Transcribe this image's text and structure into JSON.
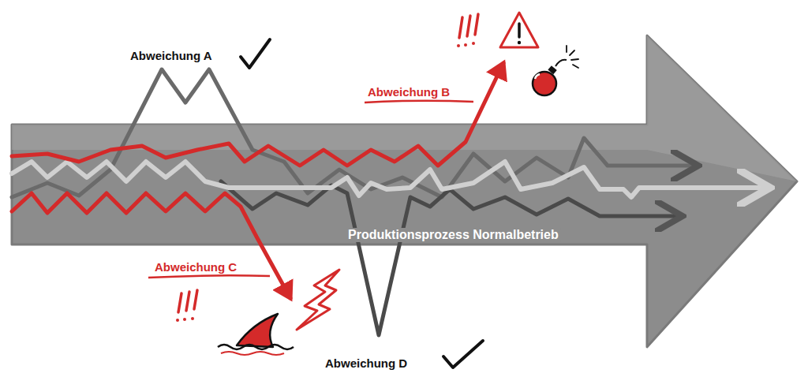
{
  "diagram": {
    "nodes": [
      {
        "text": [
          "Produktionsprozess Normalbetrieb"
        ]
      }
    ],
    "labels": [
      "Abweichung A",
      "Abweichung B",
      "Abweichung C",
      "Abweichung D"
    ]
  }
}
